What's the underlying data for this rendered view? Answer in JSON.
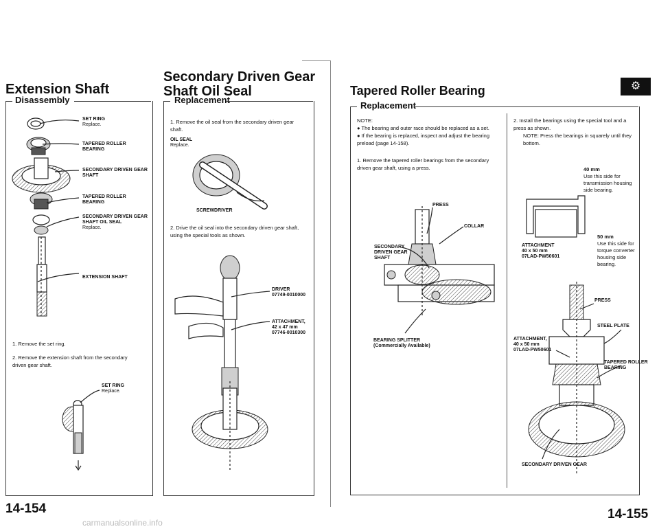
{
  "left_page": {
    "title": "Extension Shaft",
    "section": "Disassembly",
    "labels": {
      "set_ring": "SET RING",
      "set_ring_note": "Replace.",
      "tapered_roller_1": "TAPERED ROLLER",
      "tapered_roller_1b": "BEARING",
      "sec_driven_gear": "SECONDARY DRIVEN GEAR",
      "sec_driven_gear_b": "SHAFT",
      "tapered_roller_2": "TAPERED ROLLER",
      "tapered_roller_2b": "BEARING",
      "oil_seal": "SECONDARY DRIVEN GEAR",
      "oil_seal_b": "SHAFT OIL SEAL",
      "oil_seal_note": "Replace.",
      "extension_shaft": "EXTENSION SHAFT",
      "set_ring_2": "SET RING",
      "set_ring_2_note": "Replace."
    },
    "steps": [
      {
        "num": "1.",
        "text": "Remove the set ring."
      },
      {
        "num": "2.",
        "text": "Remove the extension shaft from the secondary driven gear shaft."
      }
    ],
    "page_number": "14-154"
  },
  "middle_page": {
    "title_line1": "Secondary Driven Gear",
    "title_line2": "Shaft Oil Seal",
    "section": "Replacement",
    "steps": [
      {
        "num": "1.",
        "text": "Remove the oil seal from the secondary driven gear shaft."
      },
      {
        "num": "2.",
        "text": "Drive the oil seal into the secondary driven gear shaft, using the special tools as shown."
      }
    ],
    "labels": {
      "oil_seal": "OIL SEAL",
      "oil_seal_note": "Replace.",
      "screwdriver": "SCREWDRIVER",
      "driver": "DRIVER",
      "driver_pn": "07749-0010000",
      "attachment": "ATTACHMENT,",
      "attachment_size": "42 x 47 mm",
      "attachment_pn": "07746-0010300"
    }
  },
  "right_page": {
    "title": "Tapered Roller Bearing",
    "section": "Replacement",
    "note_heading": "NOTE:",
    "notes": [
      "The bearing and outer race should be replaced as a set.",
      "If the bearing is replaced, inspect and adjust the bearing preload (page 14-158)."
    ],
    "steps": [
      {
        "num": "1.",
        "text": "Remove the tapered roller bearings from the secondary driven gear shaft, using a press."
      },
      {
        "num": "2.",
        "text": "Install the bearings using the special tool and a press as shown."
      }
    ],
    "step2_note": "NOTE: Press the bearings in squarely until they bottom.",
    "labels": {
      "press": "PRESS",
      "collar": "COLLAR",
      "sec_gear_shaft_1": "SECONDARY",
      "sec_gear_shaft_2": "DRIVEN GEAR",
      "sec_gear_shaft_3": "SHAFT",
      "bearing_splitter": "BEARING SPLITTER",
      "bearing_splitter_note": "(Commercially Available)",
      "mm40": "40 mm",
      "mm40_note1": "Use this side for",
      "mm40_note2": "transmission housing",
      "mm40_note3": "side bearing.",
      "mm50": "50 mm",
      "mm50_note1": "Use this side for",
      "mm50_note2": "torque converter",
      "mm50_note3": "housing side bearing.",
      "attachment_top": "ATTACHMENT",
      "attachment_top_size": "40 x 50 mm",
      "attachment_top_pn": "07LAD-PW50601",
      "press2": "PRESS",
      "steel_plate": "STEEL PLATE",
      "attachment_bot": "ATTACHMENT,",
      "attachment_bot_size": "40 x 50 mm",
      "attachment_bot_pn": "07LAD-PW50601",
      "tapered_roller": "TAPERED ROLLER",
      "tapered_roller_b": "BEARING",
      "sec_driven_gear": "SECONDARY DRIVEN GEAR"
    },
    "page_number": "14-155"
  },
  "watermark": "carmanualsonline.info"
}
